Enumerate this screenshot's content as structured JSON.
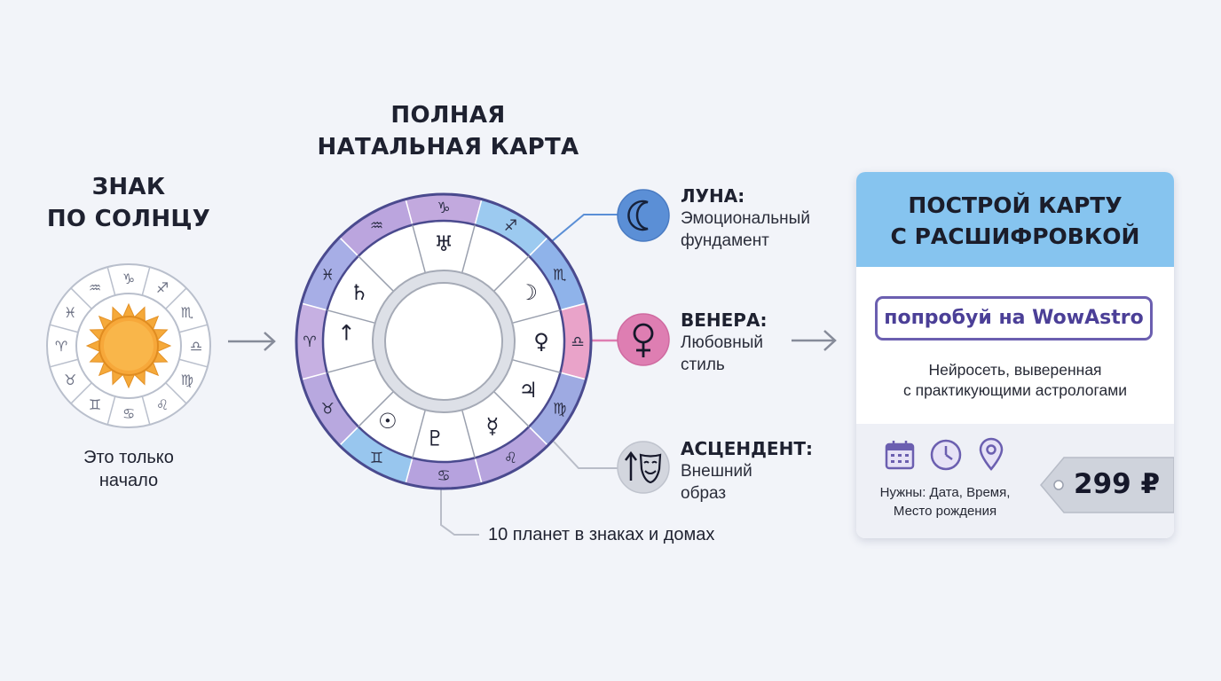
{
  "sun_sign": {
    "title_line1": "ЗНАК",
    "title_line2": "ПО СОЛНЦУ",
    "caption_line1": "Это только",
    "caption_line2": "начало",
    "icon": "zodiac-wheel-with-sun-icon"
  },
  "natal_chart": {
    "title_line1": "ПОЛНАЯ",
    "title_line2": "НАТАЛЬНАЯ КАРТА",
    "footnote": "10 планет в знаках и домах",
    "signs": [
      "♑",
      "♐",
      "♏",
      "♎",
      "♍",
      "♌",
      "♋",
      "♊",
      "♉",
      "♈",
      "♓",
      "♒"
    ],
    "planets": [
      "♅",
      "☽",
      "♀",
      "♃",
      "☿",
      "♇",
      "☉",
      "♄",
      "↑"
    ]
  },
  "callouts": {
    "moon": {
      "title": "ЛУНА:",
      "line1": "Эмоциональный",
      "line2": "фундамент",
      "icon": "moon-icon",
      "color": "#5b8fd6"
    },
    "venus": {
      "title": "ВЕНЕРА:",
      "line1": "Любовный",
      "line2": "стиль",
      "icon": "venus-icon",
      "color": "#de7eb2"
    },
    "ascendant": {
      "title": "АСЦЕНДЕНТ:",
      "line1": "Внешний",
      "line2": "образ",
      "icon": "ascendant-mask-icon",
      "color": "#d3d6de"
    }
  },
  "cta": {
    "title_line1": "ПОСТРОЙ КАРТУ",
    "title_line2": "С РАСШИФРОВКОЙ",
    "button_label": "попробуй на WowAstro",
    "desc_line1": "Нейросеть, выверенная",
    "desc_line2": "с практикующими астрологами",
    "needs_line1": "Нужны: Дата, Время,",
    "needs_line2": "Место рождения",
    "price": "299 ₽",
    "icons": [
      "calendar-icon",
      "clock-icon",
      "location-pin-icon"
    ],
    "accent_color": "#6b5fb0",
    "header_color": "#86c4ef"
  }
}
